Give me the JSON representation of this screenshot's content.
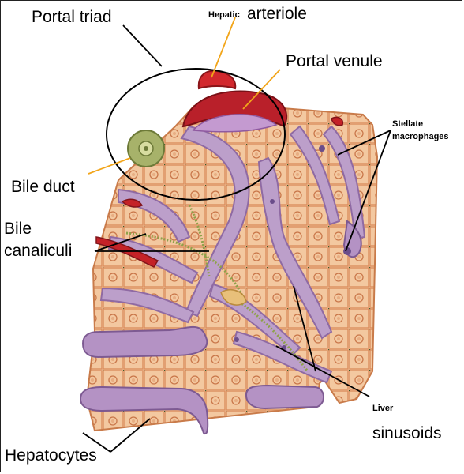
{
  "labels": {
    "portal_triad": "Portal triad",
    "hepatic": "Hepatic",
    "arteriole": "arteriole",
    "portal_venule": "Portal venule",
    "stellate_line1": "Stellate",
    "stellate_line2": "macrophages",
    "bile_duct": "Bile duct",
    "bile_line1": "Bile",
    "bile_line2": "canaliculi",
    "liver": "Liver",
    "sinusoids": "sinusoids",
    "hepatocytes": "Hepatocytes"
  },
  "colors": {
    "hepatocyte": "#f2c49a",
    "hepatocyte_border": "#d98a5c",
    "sinusoid": "#b99ac6",
    "vessel_red": "#c8242a",
    "bile_green": "#9aa95c",
    "leader_orange": "#f2a51a",
    "leader_black": "#000000"
  }
}
